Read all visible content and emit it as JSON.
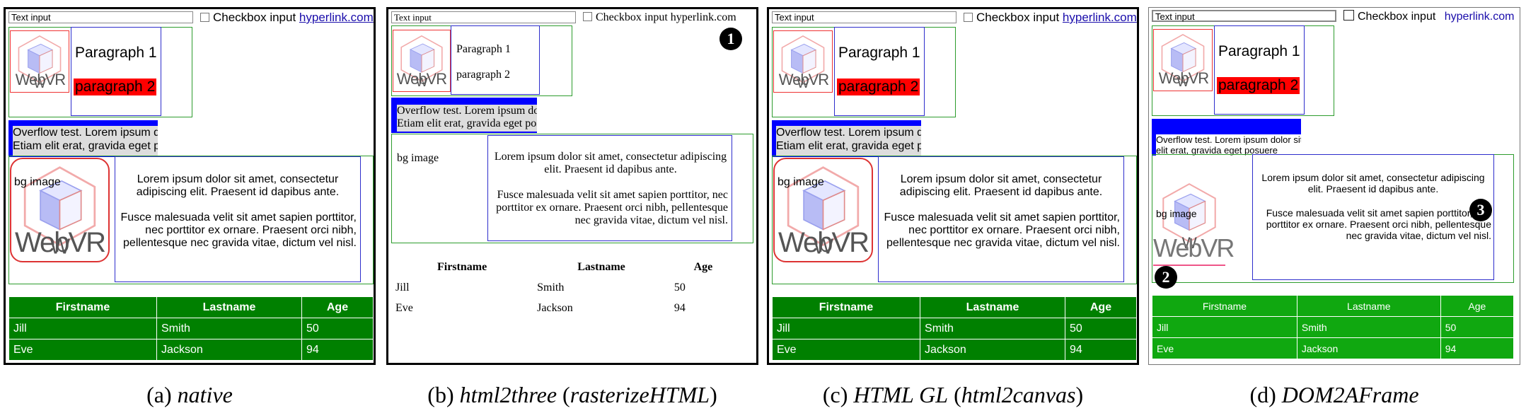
{
  "demo": {
    "text_input_placeholder": "Text input",
    "checkbox_label": "Checkbox input",
    "hyperlink": "hyperlink.com",
    "paragraph1": "Paragraph 1",
    "paragraph2": "paragraph 2",
    "paragraph2_lower": "paragraph 2",
    "overflow_text": "Overflow test. Lorem ipsum dolor sit amet. Etiam elit erat, gravida eget posuere",
    "bg_label": "bg image",
    "lorem1": "Lorem ipsum dolor sit amet, consectetur adipiscing elit. Praesent id dapibus ante.",
    "lorem2": "Fusce malesuada velit sit amet sapien porttitor, nec porttitor ex ornare. Praesent orci nibh, pellentesque nec gravida vitae, dictum vel nisl.",
    "logo_text": "WebVR",
    "table": {
      "headers": [
        "Firstname",
        "Lastname",
        "Age"
      ],
      "rows": [
        [
          "Jill",
          "Smith",
          "50"
        ],
        [
          "Eve",
          "Jackson",
          "94"
        ]
      ]
    }
  },
  "captions": {
    "a_label": "(a)",
    "a_name": "native",
    "b_label": "(b)",
    "b_name": "html2three",
    "b_paren": "rasterizeHTML",
    "c_label": "(c)",
    "c_name": "HTML GL",
    "c_paren": "html2canvas",
    "d_label": "(d)",
    "d_name": "DOM2AFrame"
  },
  "markers": [
    "1",
    "2",
    "3"
  ],
  "colors": {
    "green": "#008000",
    "d_green": "#10a810",
    "blue": "#0000ff",
    "red": "#ff0000",
    "link": "#1a0dab"
  }
}
